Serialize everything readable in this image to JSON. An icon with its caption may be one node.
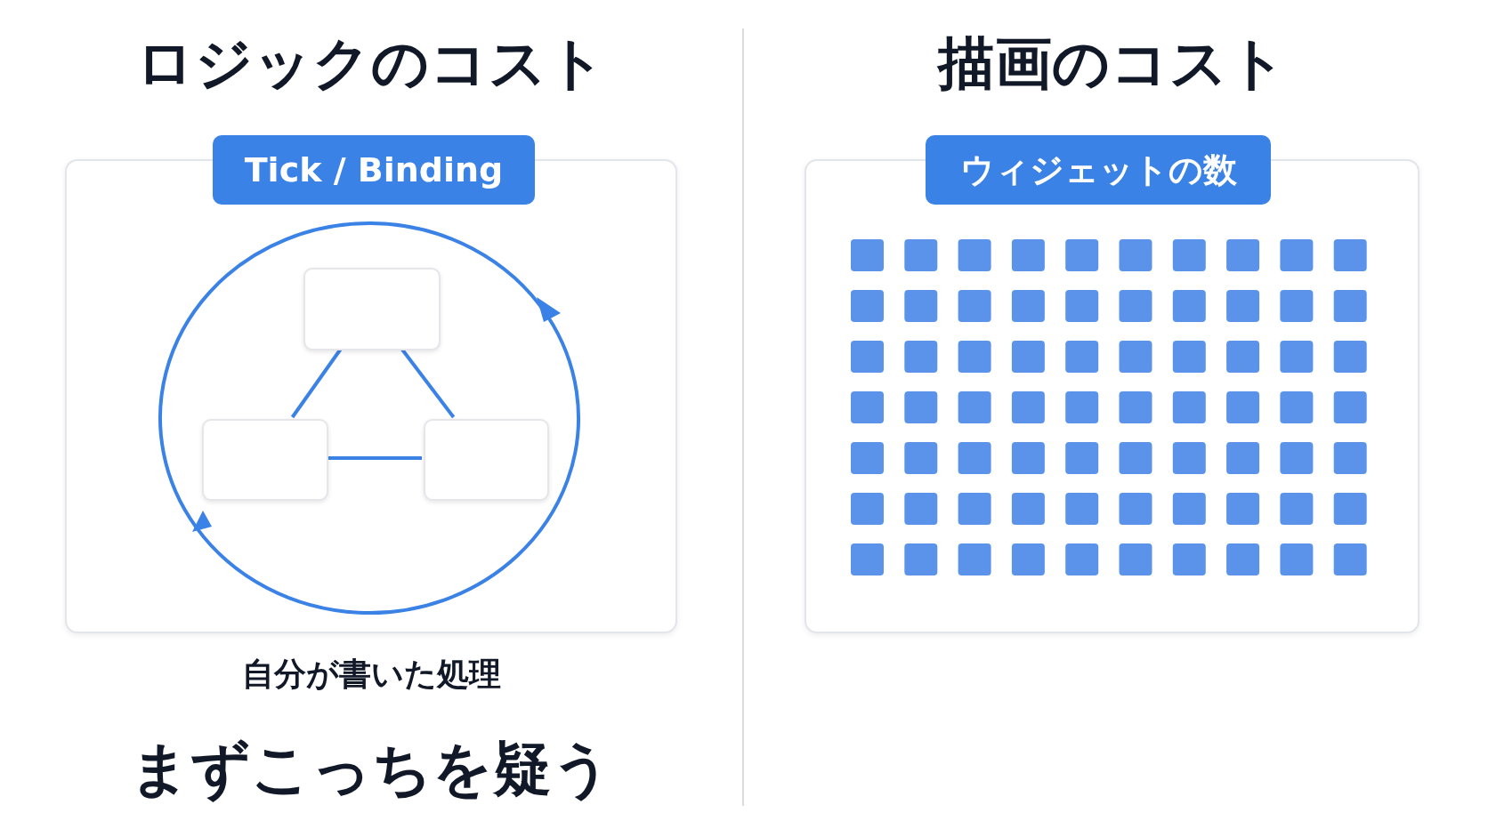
{
  "diagram": {
    "nodes": [
      {
        "text": [
          "Tick / Binding"
        ],
        "beside": [
          "自分が書いた処理"
        ]
      },
      {
        "text": [],
        "shape": "box",
        "in": 0
      },
      {
        "text": [],
        "shape": "box",
        "in": 0
      },
      {
        "text": [],
        "shape": "box",
        "in": 0
      },
      {
        "text": [
          "ウィジェットの数"
        ]
      }
    ],
    "edges": [
      {
        "from": 1,
        "to": 2,
        "arrow": "none"
      },
      {
        "from": 1,
        "to": 3,
        "arrow": "none"
      },
      {
        "from": 2,
        "to": 3,
        "arrow": "none"
      }
    ],
    "labels": [
      "ロジックのコスト",
      "描画のコスト",
      "まずこっちを疑う"
    ]
  }
}
